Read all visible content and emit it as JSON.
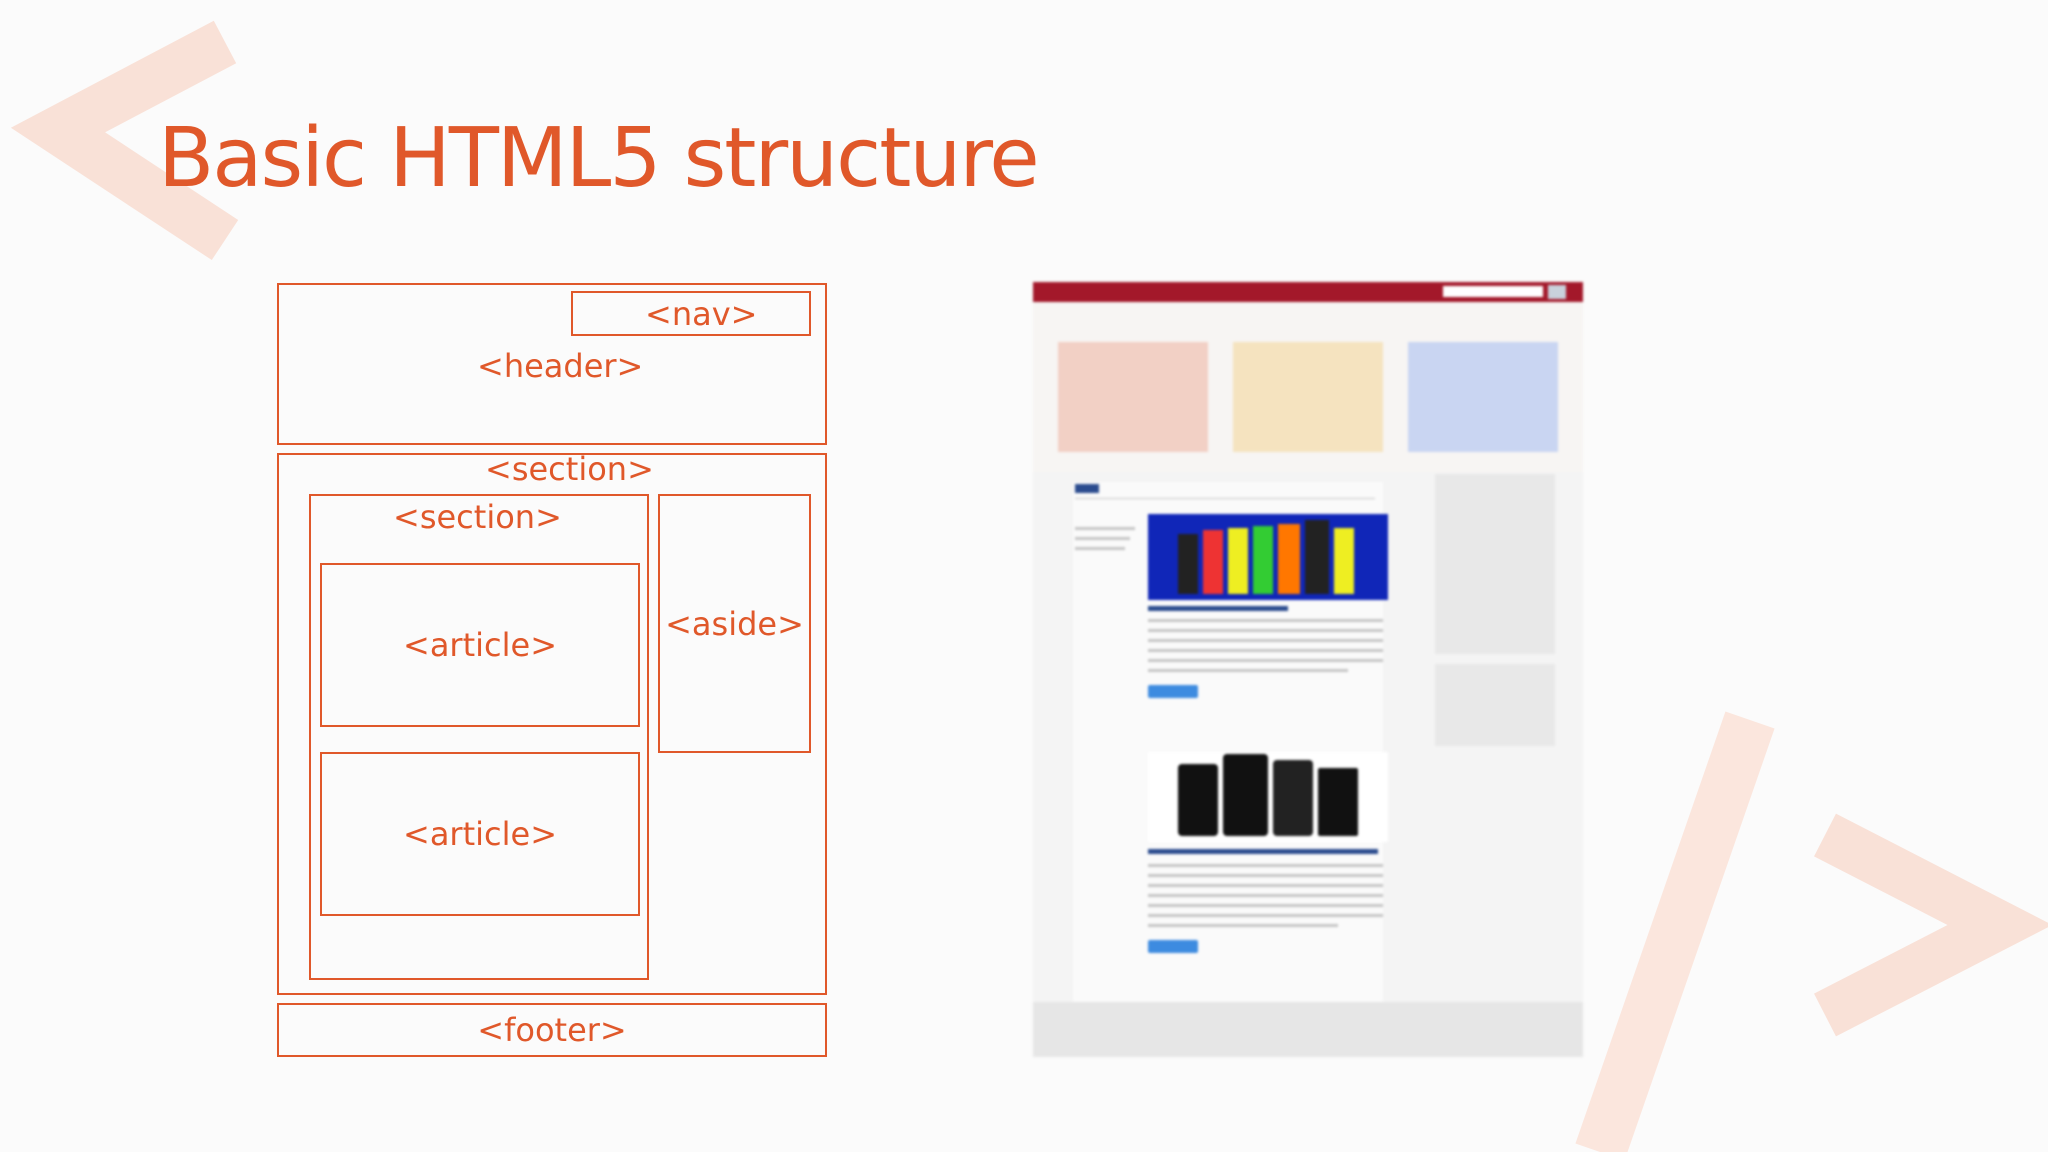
{
  "slide": {
    "title": "Basic HTML5 structure"
  },
  "colors": {
    "accent": "#e0582a",
    "deco": "#f9e1d7",
    "thumb_nav": "#a3182a",
    "thumb_link": "#2a4b8e"
  },
  "diagram": {
    "nav": "<nav>",
    "header": "<header>",
    "section_outer": "<section>",
    "section_inner": "<section>",
    "article_1": "<article>",
    "article_2": "<article>",
    "aside": "<aside>",
    "footer": "<footer>"
  },
  "thumbnail": {
    "icons": [
      "html5-logo",
      "js-logo",
      "css3-logo"
    ]
  }
}
